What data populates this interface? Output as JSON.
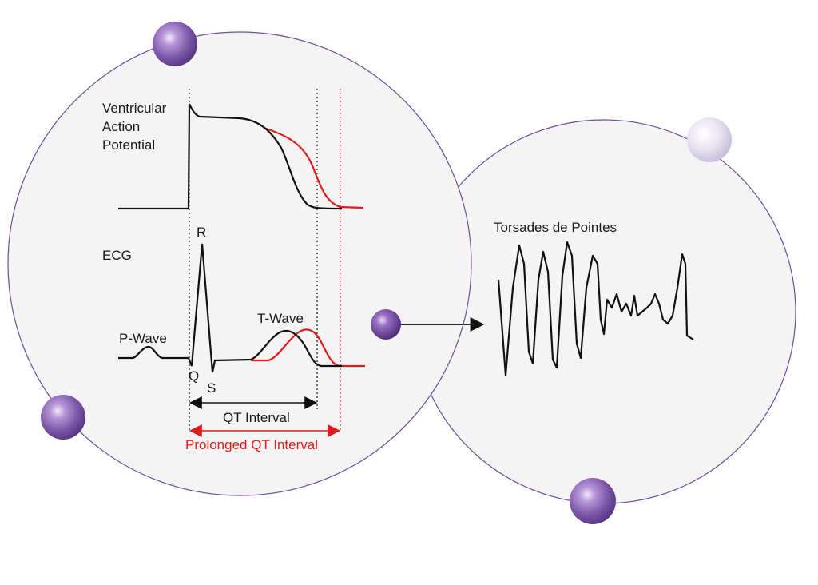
{
  "labels": {
    "ap_line1": "Ventricular",
    "ap_line2": "Action",
    "ap_line3": "Potential",
    "ecg": "ECG",
    "r": "R",
    "q": "Q",
    "s": "S",
    "p_wave": "P-Wave",
    "t_wave": "T-Wave",
    "qt_interval": "QT Interval",
    "prolonged_qt": "Prolonged QT Interval",
    "torsades": "Torsades de Pointes"
  },
  "colors": {
    "circle_fill": "#f4f4f4",
    "circle_stroke": "#6a4f9a",
    "trace_normal": "#111111",
    "trace_prolonged": "#e01b1b",
    "sphere_dark": "#7b54a6",
    "sphere_light": "#e4dcef"
  },
  "icons": {
    "spheres": "purple-sphere-icon",
    "arrow": "arrow-right-icon"
  }
}
